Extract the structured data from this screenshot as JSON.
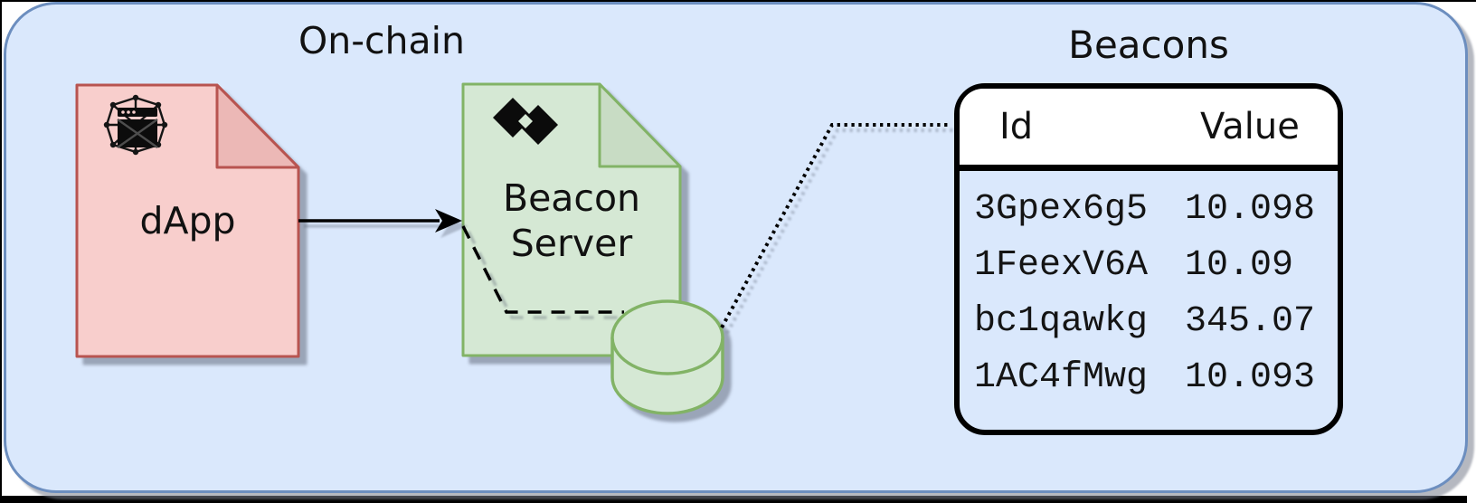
{
  "on_chain": {
    "label": "On-chain"
  },
  "dapp": {
    "label": "dApp",
    "icon": "wireframe-browser-icon"
  },
  "beacon_server": {
    "label": "Beacon Server",
    "icon": "double-diamond-icon",
    "datastore_icon": "database-cylinder-icon"
  },
  "connectors": {
    "dapp_to_server": "solid-arrow",
    "server_to_datastore": "dashed-line",
    "datastore_to_table": "dotted-line"
  },
  "beacons": {
    "title": "Beacons",
    "columns": [
      {
        "label": "Id"
      },
      {
        "label": "Value"
      }
    ],
    "rows": [
      {
        "id": "3Gpex6g5",
        "value": "10.098"
      },
      {
        "id": "1FeexV6A",
        "value": "10.09"
      },
      {
        "id": "bc1qawkg",
        "value": "345.07"
      },
      {
        "id": "1AC4fMwg",
        "value": "10.093"
      }
    ]
  },
  "colors": {
    "container_fill": "#dae8fc",
    "container_border": "#6c8ebf",
    "dapp_fill": "#f8cecc",
    "dapp_fold": "#ecb8b6",
    "dapp_border": "#b85450",
    "server_fill": "#d5e8d4",
    "server_fold": "#c8dcc4",
    "server_border": "#82b366",
    "table_border": "#000000",
    "table_header_fill": "#ffffff",
    "connector": "#000000"
  }
}
